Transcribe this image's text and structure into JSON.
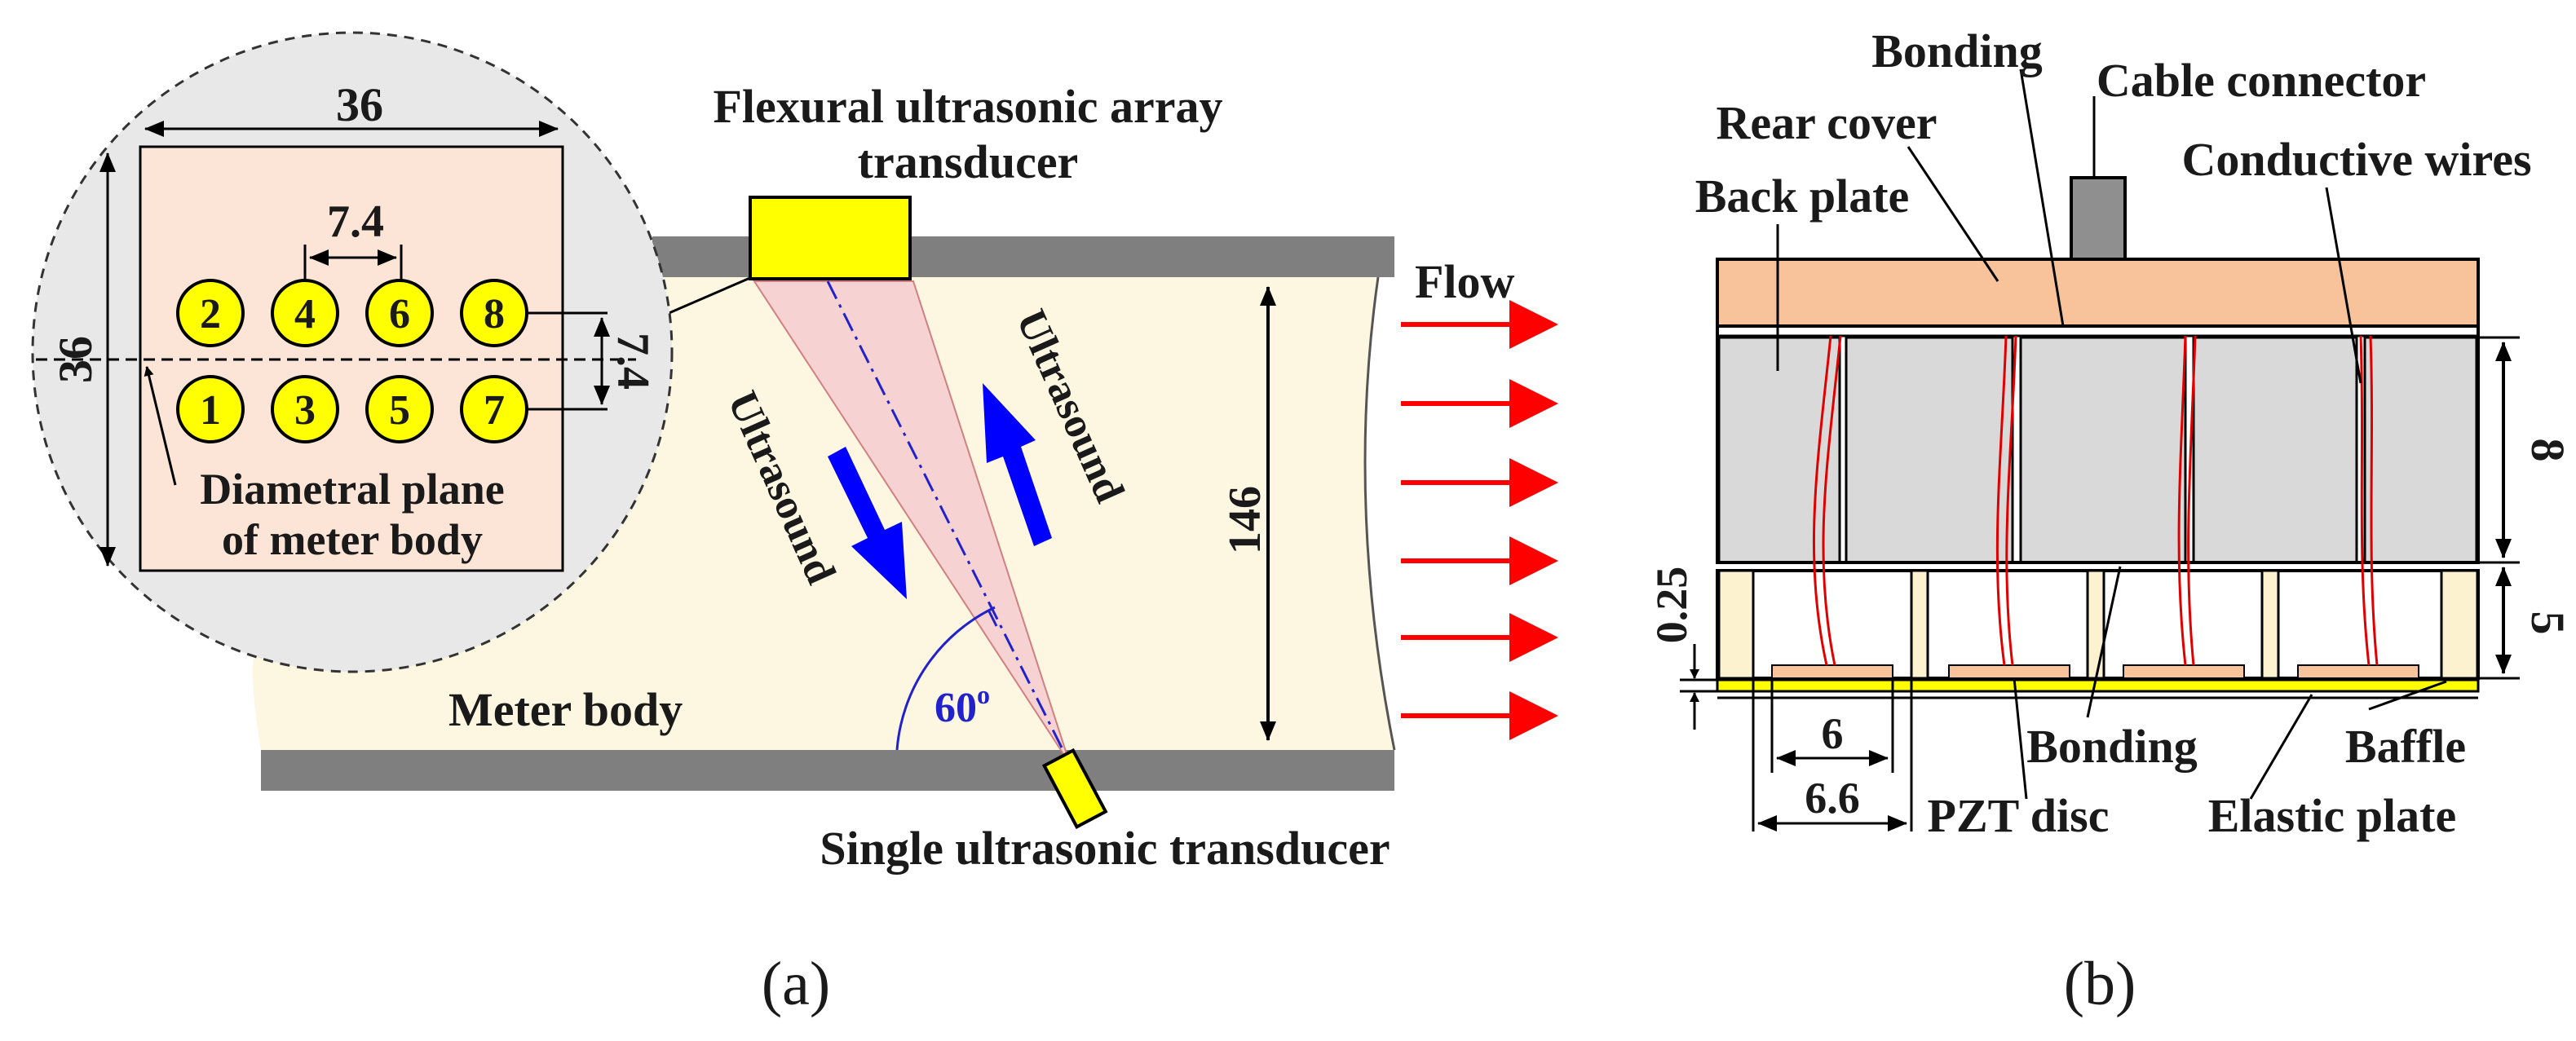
{
  "panel_a": {
    "caption": "(a)",
    "inset": {
      "width_dim": "36",
      "height_dim": "36",
      "spacing_horizontal": "7.4",
      "spacing_vertical": "7.4",
      "element_numbers_top": [
        "2",
        "4",
        "6",
        "8"
      ],
      "element_numbers_bottom": [
        "1",
        "3",
        "5",
        "7"
      ],
      "plane_label_line1": "Diametral plane",
      "plane_label_line2": "of meter body"
    },
    "array_label_line1": "Flexural ultrasonic array",
    "array_label_line2": "transducer",
    "flow_label": "Flow",
    "ultrasound_label_left": "Ultrasound",
    "ultrasound_label_right": "Ultrasound",
    "diameter_dim": "146",
    "angle_label": "60",
    "angle_unit": "o",
    "meter_body_label": "Meter body",
    "single_transducer_label": "Single ultrasonic transducer",
    "colors": {
      "pipe_wall": "#7f7f7f",
      "meter_body_fill": "#fdf6e1",
      "transducer_fill": "#ffff00",
      "beam_fill": "#f6d2d2",
      "flow_arrow": "#ff0000",
      "ultrasound_arrow": "#0000ff",
      "inset_fill": "#e8e8e8",
      "inset_plate": "#fce4d6"
    }
  },
  "panel_b": {
    "caption": "(b)",
    "labels": {
      "bonding_top": "Bonding",
      "cable_connector": "Cable connector",
      "rear_cover": "Rear cover",
      "conductive_wires": "Conductive wires",
      "back_plate": "Back plate",
      "bonding_mid": "Bonding",
      "baffle": "Baffle",
      "pzt_disc": "PZT disc",
      "elastic_plate": "Elastic plate"
    },
    "dims": {
      "back_plate_height": "8",
      "baffle_height": "5",
      "elastic_thickness": "0.25",
      "pzt_diameter": "6",
      "cell_width": "6.6"
    },
    "colors": {
      "rear_cover": "#f8c29b",
      "back_plate": "#d9d9d9",
      "baffle": "#fdf2d0",
      "pzt": "#f8c29b",
      "elastic": "#ffff00",
      "wires": "#e00000",
      "connector": "#8f8f8f"
    }
  }
}
